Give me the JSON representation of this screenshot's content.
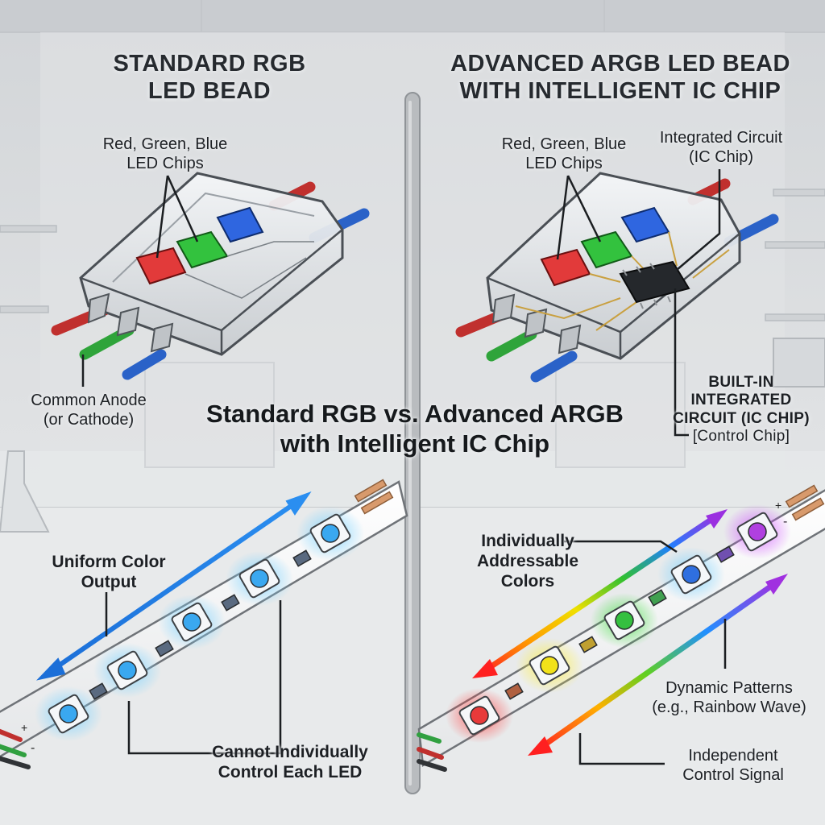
{
  "left": {
    "title_line1": "STANDARD RGB",
    "title_line2": "LED BEAD",
    "chips_line1": "Red, Green, Blue",
    "chips_line2": "LED Chips",
    "anode_line1": "Common Anode",
    "anode_line2": "(or Cathode)",
    "uniform_line1": "Uniform Color",
    "uniform_line2": "Output",
    "cannot_line1": "Cannot Individually",
    "cannot_line2": "Control Each LED"
  },
  "right": {
    "title_line1": "ADVANCED ARGB LED BEAD",
    "title_line2": "WITH INTELLIGENT IC CHIP",
    "chips_line1": "Red, Green, Blue",
    "chips_line2": "LED Chips",
    "ic_line1": "Integrated Circuit",
    "ic_line2": "(IC Chip)",
    "builtin_line1": "BUILT-IN",
    "builtin_line2": "INTEGRATED",
    "builtin_line3": "CIRCUIT (IC CHIP)",
    "builtin_line4": "[Control Chip]",
    "addr_line1": "Individually",
    "addr_line2": "Addressable",
    "addr_line3": "Colors",
    "dynamic_line1": "Dynamic Patterns",
    "dynamic_line2": "(e.g., Rainbow Wave)",
    "indep_line1": "Independent",
    "indep_line2": "Control Signal"
  },
  "center": {
    "title_line1": "Standard RGB vs. Advanced ARGB",
    "title_line2": "with Intelligent IC Chip"
  },
  "strip_marks": {
    "plus": "+",
    "minus": "-"
  },
  "colors": {
    "led_red": "#e83a3a",
    "led_green": "#35c040",
    "led_blue": "#2f6fe0",
    "led_cyan": "#3aa8f0",
    "led_yellow": "#f2e21a",
    "led_purple": "#b040e0",
    "background": "#d9dcdf"
  }
}
